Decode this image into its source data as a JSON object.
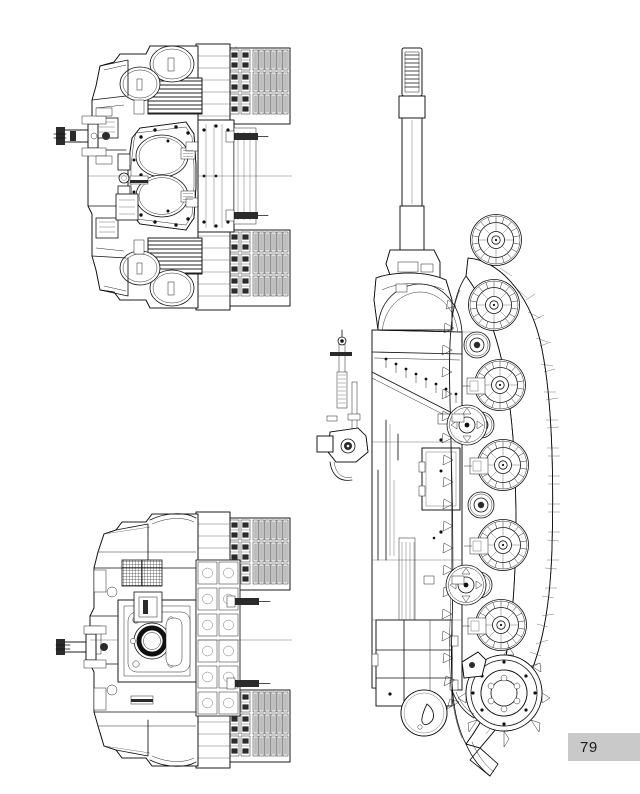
{
  "document": {
    "kind": "technical-line-drawing-plate",
    "subject": "tracked armored fighting vehicle",
    "page_number": "79",
    "background_color": "#ffffff",
    "ink_color": "#111111",
    "badge_color": "#c9c9c9"
  },
  "page_badge": {
    "label": "79"
  },
  "views": [
    {
      "id": "top-plan-view",
      "name": "Top / plan view",
      "position": "upper-left",
      "orientation": "vehicle nose to the left, rotated 90 degrees",
      "features": [
        "hull roof plate",
        "two circular crew hatches",
        "engine deck louvre grilles",
        "track runs both sides",
        "gun barrel pointing left",
        "stowage boxes",
        "tow hooks"
      ]
    },
    {
      "id": "bottom-plan-view",
      "name": "Bottom / underside view",
      "position": "lower-left",
      "orientation": "vehicle nose to the left, rotated 90 degrees",
      "features": [
        "belly plate",
        "central escape hatch ring",
        "torsion bar suspension housings",
        "final drive covers",
        "track runs both sides",
        "drain plugs"
      ]
    },
    {
      "id": "side-elevation-view",
      "name": "Side elevation",
      "position": "right",
      "orientation": "rotated 90 degrees, gun elevated upward",
      "features": [
        "main gun with slotted muzzle brake",
        "gun mantlet",
        "turret with cast rounded profile",
        "commander machine gun mount",
        "six road wheels with return rollers",
        "drive sprocket",
        "idler wheel",
        "track with horn-type links",
        "side stowage bins",
        "fuel drum"
      ]
    }
  ],
  "running_gear": {
    "road_wheels": 6,
    "return_rollers": 4,
    "drive_sprocket": 1,
    "idler": 1,
    "track_link_type": "horn / guide-tooth"
  }
}
